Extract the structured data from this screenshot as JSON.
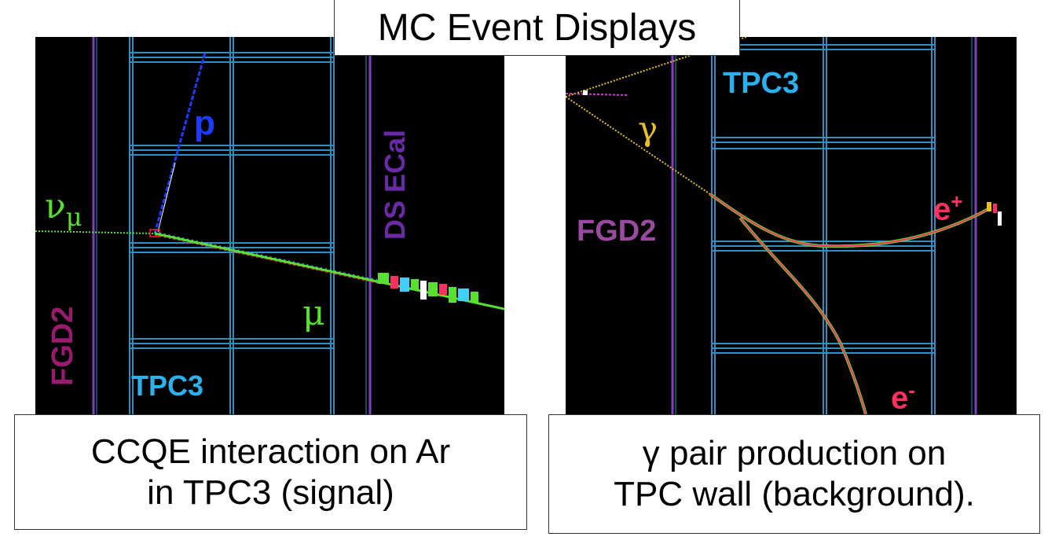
{
  "title": "MC Event Displays",
  "left_display": {
    "labels": {
      "proton": "p",
      "neutrino": "ν",
      "neutrino_sub": "μ",
      "muon": "μ",
      "ds_ecal": "DS ECal",
      "fgd2": "FGD2",
      "tpc3": "TPC3"
    },
    "caption_line1": "CCQE interaction on Ar",
    "caption_line2": "in TPC3 (signal)"
  },
  "right_display": {
    "labels": {
      "tpc3": "TPC3",
      "gamma": "γ",
      "fgd2": "FGD2",
      "positron": "e",
      "positron_sup": "+",
      "electron": "e",
      "electron_sup": "-"
    },
    "caption_line1": "γ pair production on",
    "caption_line2": "TPC wall (background)."
  },
  "colors": {
    "background": "#000000",
    "detector_lines": "#2f8fc0",
    "fgd_lines": "#8040c0",
    "proton": "#1a3cff",
    "neutrino": "#58e030",
    "muon": "#58e030",
    "ds_ecal": "#6a2aa8",
    "fgd2_left": "#9a1a70",
    "fgd2_right": "#9a4aa0",
    "tpc3": "#29b2ee",
    "gamma": "#e8c020",
    "electron": "#ff3060"
  }
}
